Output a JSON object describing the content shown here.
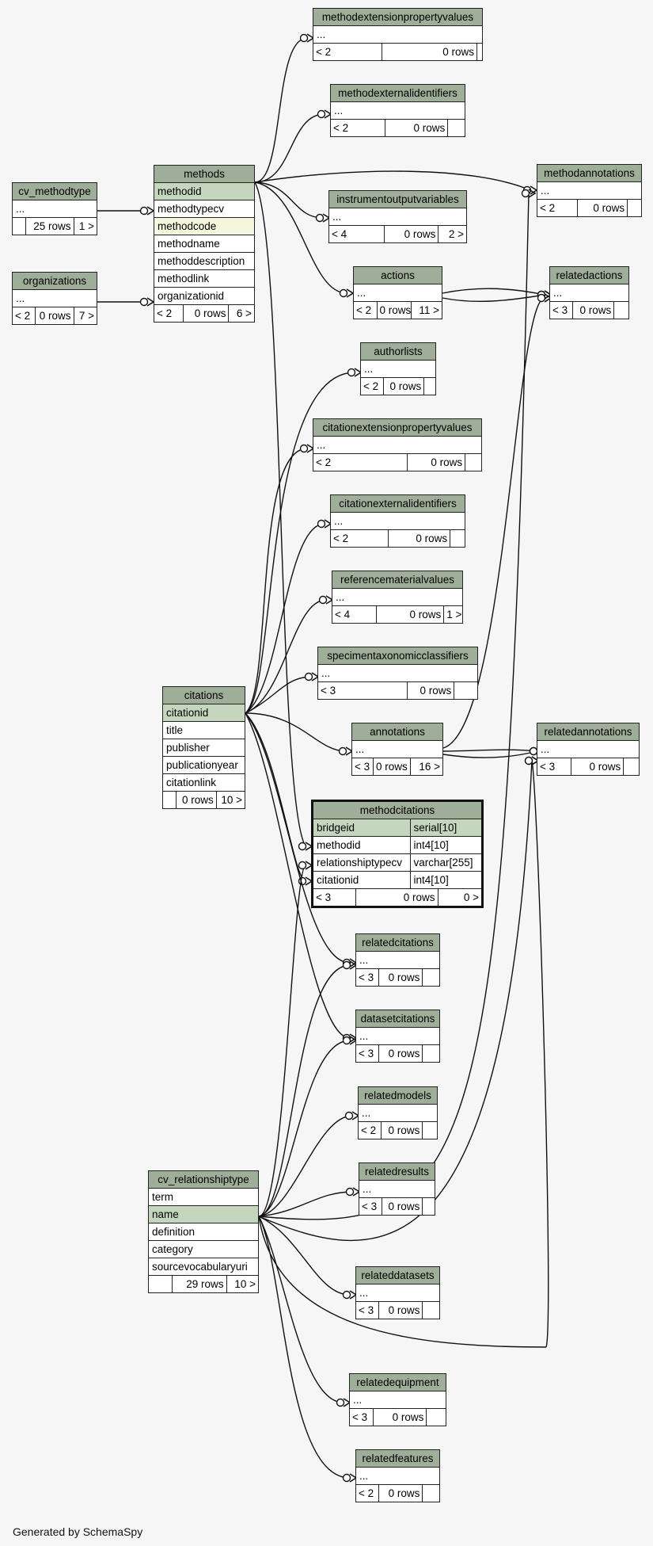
{
  "tables": {
    "methodextensionpropertyvalues": {
      "title": "methodextensionpropertyvalues",
      "rows": [
        "..."
      ],
      "footer": [
        "< 2",
        "0 rows",
        ""
      ]
    },
    "methodexternalidentifiers": {
      "title": "methodexternalidentifiers",
      "rows": [
        "..."
      ],
      "footer": [
        "< 2",
        "0 rows",
        ""
      ]
    },
    "cv_methodtype": {
      "title": "cv_methodtype",
      "rows": [
        "..."
      ],
      "footer": [
        "",
        "25 rows",
        "1 >"
      ]
    },
    "methods": {
      "title": "methods",
      "rows": [
        "methodid",
        "methodtypecv",
        "methodcode",
        "methodname",
        "methoddescription",
        "methodlink",
        "organizationid"
      ],
      "footer": [
        "< 2",
        "0 rows",
        "6 >"
      ]
    },
    "methodannotations": {
      "title": "methodannotations",
      "rows": [
        "..."
      ],
      "footer": [
        "< 2",
        "0 rows",
        ""
      ]
    },
    "instrumentoutputvariables": {
      "title": "instrumentoutputvariables",
      "rows": [
        "..."
      ],
      "footer": [
        "< 4",
        "0 rows",
        "2 >"
      ]
    },
    "organizations": {
      "title": "organizations",
      "rows": [
        "..."
      ],
      "footer": [
        "< 2",
        "0 rows",
        "7 >"
      ]
    },
    "actions": {
      "title": "actions",
      "rows": [
        "..."
      ],
      "footer": [
        "< 2",
        "0 rows",
        "11 >"
      ]
    },
    "relatedactions": {
      "title": "relatedactions",
      "rows": [
        "..."
      ],
      "footer": [
        "< 3",
        "0 rows",
        ""
      ]
    },
    "authorlists": {
      "title": "authorlists",
      "rows": [
        "..."
      ],
      "footer": [
        "< 2",
        "0 rows",
        ""
      ]
    },
    "citationextensionpropertyvalues": {
      "title": "citationextensionpropertyvalues",
      "rows": [
        "..."
      ],
      "footer": [
        "< 2",
        "0 rows",
        ""
      ]
    },
    "citationexternalidentifiers": {
      "title": "citationexternalidentifiers",
      "rows": [
        "..."
      ],
      "footer": [
        "< 2",
        "0 rows",
        ""
      ]
    },
    "referencematerialvalues": {
      "title": "referencematerialvalues",
      "rows": [
        "..."
      ],
      "footer": [
        "< 4",
        "0 rows",
        "1 >"
      ]
    },
    "specimentaxonomicclassifiers": {
      "title": "specimentaxonomicclassifiers",
      "rows": [
        "..."
      ],
      "footer": [
        "< 3",
        "0 rows",
        ""
      ]
    },
    "citations": {
      "title": "citations",
      "rows": [
        "citationid",
        "title",
        "publisher",
        "publicationyear",
        "citationlink"
      ],
      "footer": [
        "",
        "0 rows",
        "10 >"
      ]
    },
    "annotations": {
      "title": "annotations",
      "rows": [
        "..."
      ],
      "footer": [
        "< 3",
        "0 rows",
        "16 >"
      ]
    },
    "relatedannotations": {
      "title": "relatedannotations",
      "rows": [
        "..."
      ],
      "footer": [
        "< 3",
        "0 rows",
        ""
      ]
    },
    "methodcitations": {
      "title": "methodcitations",
      "rows": [
        [
          "bridgeid",
          "serial[10]"
        ],
        [
          "methodid",
          "int4[10]"
        ],
        [
          "relationshiptypecv",
          "varchar[255]"
        ],
        [
          "citationid",
          "int4[10]"
        ]
      ],
      "footer": [
        "< 3",
        "0 rows",
        "0 >"
      ]
    },
    "relatedcitations": {
      "title": "relatedcitations",
      "rows": [
        "..."
      ],
      "footer": [
        "< 3",
        "0 rows",
        ""
      ]
    },
    "datasetcitations": {
      "title": "datasetcitations",
      "rows": [
        "..."
      ],
      "footer": [
        "< 3",
        "0 rows",
        ""
      ]
    },
    "relatedmodels": {
      "title": "relatedmodels",
      "rows": [
        "..."
      ],
      "footer": [
        "< 2",
        "0 rows",
        ""
      ]
    },
    "relatedresults": {
      "title": "relatedresults",
      "rows": [
        "..."
      ],
      "footer": [
        "< 3",
        "0 rows",
        ""
      ]
    },
    "cv_relationshiptype": {
      "title": "cv_relationshiptype",
      "rows": [
        "term",
        "name",
        "definition",
        "category",
        "sourcevocabularyuri"
      ],
      "footer": [
        "",
        "29 rows",
        "10 >"
      ]
    },
    "relateddatasets": {
      "title": "relateddatasets",
      "rows": [
        "..."
      ],
      "footer": [
        "< 3",
        "0 rows",
        ""
      ]
    },
    "relatedequipment": {
      "title": "relatedequipment",
      "rows": [
        "..."
      ],
      "footer": [
        "< 3",
        "0 rows",
        ""
      ]
    },
    "relatedfeatures": {
      "title": "relatedfeatures",
      "rows": [
        "..."
      ],
      "footer": [
        "< 2",
        "0 rows",
        ""
      ]
    }
  },
  "credit": "Generated by SchemaSpy",
  "colors": {
    "header": "#9fae98",
    "primary_key": "#c4d6bd",
    "indexed": "#f4f6dd",
    "background": "#f6f6f6"
  }
}
